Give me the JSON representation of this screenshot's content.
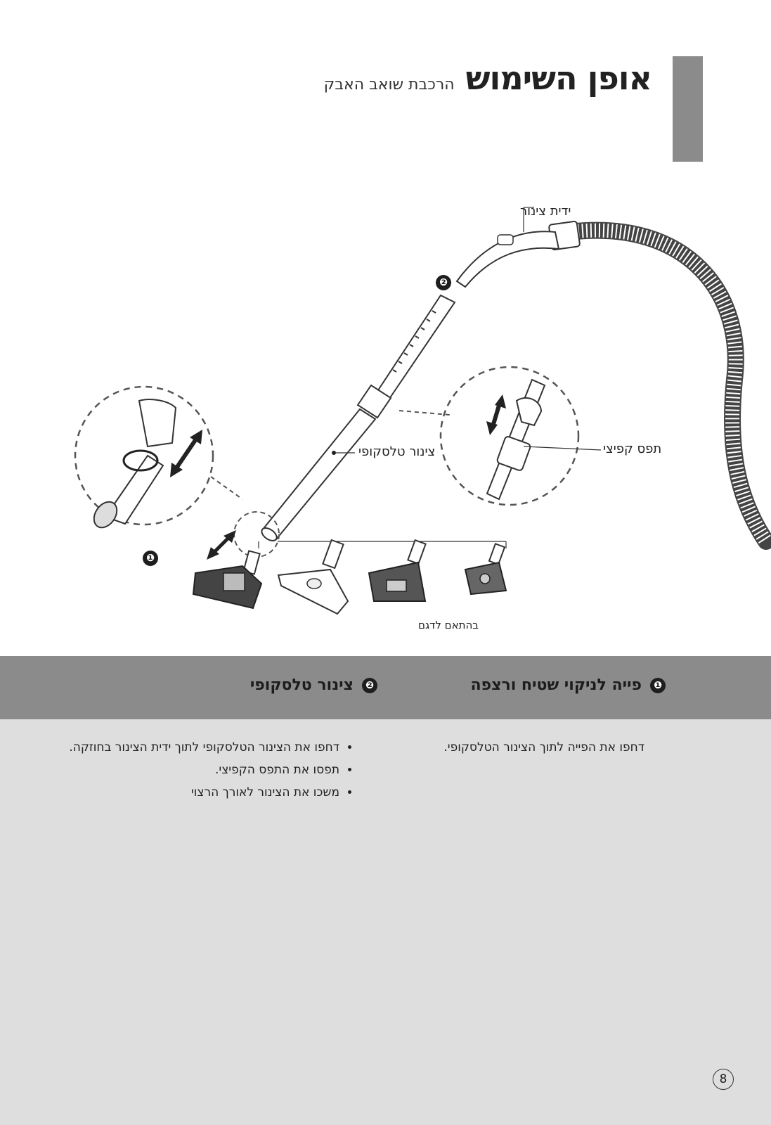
{
  "header": {
    "title": "אופן השימוש",
    "subtitle": "הרכבת שואב האבק"
  },
  "figure": {
    "labels": {
      "hose_handle": "ידית צינור",
      "telescopic_tube": "צינור טלסקופי",
      "clip": "תפס קפיצי",
      "for_example": "בהתאם לדגם"
    },
    "markers": [
      "❶",
      "❷"
    ]
  },
  "sections": [
    {
      "number": "❶",
      "title": "פייה לניקוי שטיח ורצפה",
      "paragraph": "דחפו את הפייה לתוך הצינור הטלסקופי."
    },
    {
      "number": "❷",
      "title": "צינור טלסקופי",
      "bullets": [
        "דחפו את הצינור הטלסקופי לתוך ידית הצינור בחוזקה.",
        "תפסו את התפס הקפיצי.",
        "משכו את הצינור לאורך הרצוי"
      ]
    }
  ],
  "page_number": "8",
  "colors": {
    "tab_gray": "#8c8b8c",
    "band_gray": "#8c8b8c",
    "content_gray": "#dedede"
  }
}
